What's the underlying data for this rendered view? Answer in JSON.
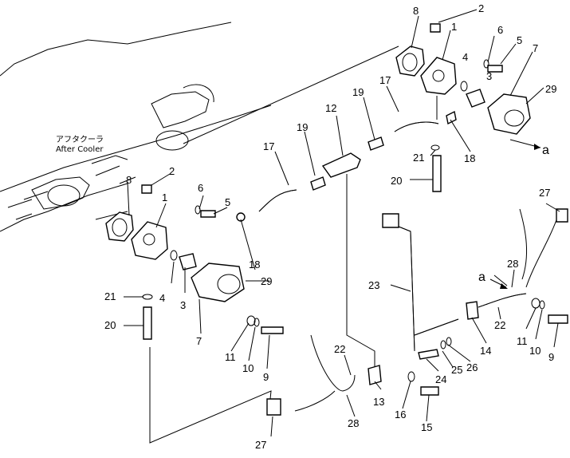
{
  "diagram": {
    "caption_jp": "アフタクーラ",
    "caption_en": "After Cooler",
    "ref_a": "a",
    "part_numbers": {
      "p1": "1",
      "p2": "2",
      "p3": "3",
      "p4": "4",
      "p5": "5",
      "p6": "6",
      "p7": "7",
      "p8": "8",
      "p9": "9",
      "p10": "10",
      "p11": "11",
      "p12": "12",
      "p13": "13",
      "p14": "14",
      "p15": "15",
      "p16": "16",
      "p17": "17",
      "p18": "18",
      "p19": "19",
      "p20": "20",
      "p21": "21",
      "p22": "22",
      "p23": "23",
      "p24": "24",
      "p25": "25",
      "p26": "26",
      "p27": "27",
      "p28": "28",
      "p29": "29"
    }
  }
}
